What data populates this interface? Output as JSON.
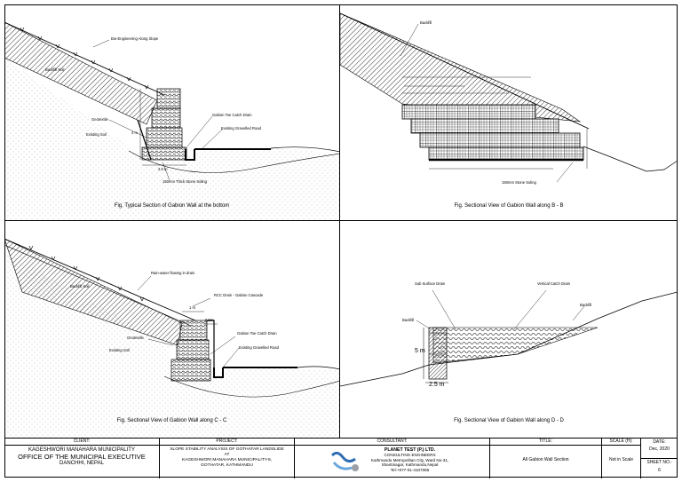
{
  "panels": {
    "tl": {
      "caption": "Fig. Typical Section of Gabion Wall at the bottom",
      "labels": {
        "bio": "Bio-Engineering Along Slope",
        "backfill": "Backfill Soil",
        "geotextile": "Geotextile",
        "existing_soil": "Existing Soil",
        "h": "4 m",
        "toe_drain": "Gabion Toe Catch Drain",
        "road": "Existing Gravelled Road",
        "base": "2.5 m",
        "soling": "150mm Thick Stone Soling"
      }
    },
    "tr": {
      "caption": "Fig. Sectional View of Gabion Wall along B - B",
      "labels": {
        "backfill": "Backfill",
        "soling": "150mm Stone Soling"
      }
    },
    "bl": {
      "caption": "Fig. Sectional View of Gabion Wall along C - C",
      "labels": {
        "rain": "Rain-water flowing in drain",
        "backfill": "Backfill Soil",
        "rcc": "RCC Drain - Gabion Cascade",
        "w1": "1 m",
        "w2": "0.5m",
        "toe_drain": "Gabion Toe Catch Drain",
        "road": "Existing Gravelled Road",
        "geotextile": "Geotextile",
        "existing_soil": "Existing Soil"
      }
    },
    "br": {
      "caption": "Fig. Sectional View of Gabion Wall along D - D",
      "labels": {
        "sub": "Sub Surface Drain",
        "vertical": "Vertical Catch Drain",
        "backfill_r": "Backfill",
        "backfill_l": "Backfill",
        "h": "5 m",
        "w": "2.5 m"
      }
    }
  },
  "title_block": {
    "client": {
      "header": "CLIENT:",
      "line1": "KAGESHWORI MANAHARA MUNICIPALITY",
      "line2": "OFFICE OF THE MUNICIPAL EXECUTIVE",
      "line3": "DANCHHI, NEPAL"
    },
    "project": {
      "header": "PROJECT:",
      "line1": "SLOPE STABILITY ANALYSIS OF GOTHATAR LANDSLIDE",
      "line2": "AT",
      "line3": "KAGESHWORI MANAHARA MUNICIPALITY-8,",
      "line4": "GOTHATAR, KATHMANDU"
    },
    "consultant": {
      "header": "CONSULTANT:",
      "name": "PLANET TEST (P.) LTD.",
      "sub": "CONSULTING ENGINEERS",
      "addr1": "Kathmandu Metropolitan City, Ward No-31,",
      "addr2": "Shantinagar, Kathmandu,Nepal",
      "tel": "Tel:+977-01-4107085"
    },
    "title": {
      "header": "TITLE:",
      "value": "All Gabion Wall Section"
    },
    "scale": {
      "header": "SCALE (H):",
      "value": "Not in Scale"
    },
    "date": {
      "header": "DATE:",
      "value": "Dec, 2020"
    },
    "sheet": {
      "header": "SHEET NO.:",
      "value": "6"
    }
  }
}
